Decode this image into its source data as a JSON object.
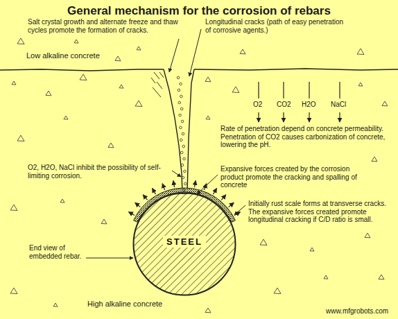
{
  "diagram": {
    "title": "General mechanism for the corrosion of rebars",
    "nodes": [
      {
        "text": [
          "STEEL"
        ]
      }
    ],
    "labels": [
      "Salt crystal growth and alternate freeze and thaw cycles promote the formation of cracks.",
      "Longitudinal cracks (path of easy penetration of corrosive agents.)",
      "Low alkaline concrete",
      "O2",
      "CO2",
      "H2O",
      "NaCl",
      "Rate of penetration depend on concrete permeability. Penetration of CO2 causes carbonization of concrete, lowering the pH.",
      "O2, H2O, NaCl inhibit the possibility of self-limiting corrosion.",
      "Expansive forces created by the corrosion product promote the cracking and spalling of concrete",
      "Initially rust scale forms at transverse cracks. The expansive forces created promote longitudinal cracking if C/D ratio is small.",
      "End view of embedded rebar.",
      "High alkaline concrete",
      "www.mfgrobots.com"
    ]
  }
}
